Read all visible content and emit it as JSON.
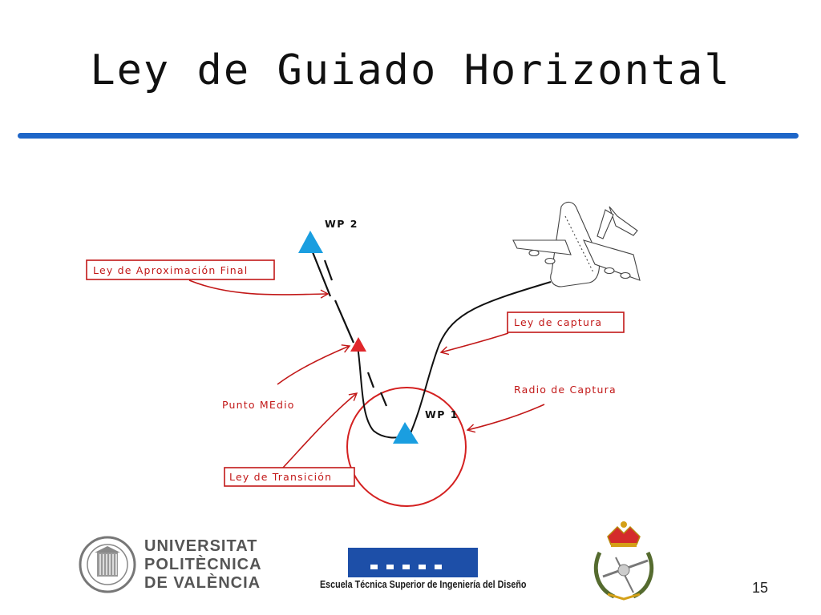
{
  "slide": {
    "title": "Ley de Guiado Horizontal",
    "page_number": "15"
  },
  "diagram": {
    "waypoints": {
      "wp2": "WP 2",
      "wp1": "WP 1"
    },
    "labels": {
      "final_approach": "Ley de Aproximación Final",
      "capture": "Ley de captura",
      "midpoint": "Punto MEdio",
      "capture_radius": "Radio de Captura",
      "transition": "Ley de Transición"
    },
    "colors": {
      "waypoint": "#1a9ee0",
      "midpoint": "#e0262b",
      "label": "#c21818",
      "path": "#111111",
      "rule": "#1e66c8"
    }
  },
  "footer": {
    "university": [
      "UNIVERSITAT",
      "POLITÈCNICA",
      "DE VALÈNCIA"
    ],
    "school": "Escuela Técnica Superior de Ingeniería del Diseño"
  }
}
